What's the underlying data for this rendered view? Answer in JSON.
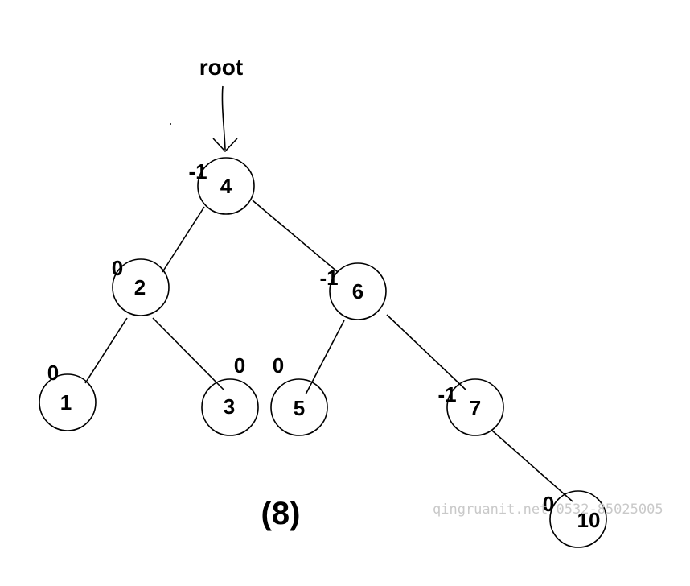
{
  "root_pointer": {
    "label": "root",
    "target": "4"
  },
  "caption": "(8)",
  "watermark": "qingruanit.net 0532-85025005",
  "nodes": [
    {
      "id": "4",
      "label": "4",
      "balance": "-1"
    },
    {
      "id": "2",
      "label": "2",
      "balance": "0"
    },
    {
      "id": "6",
      "label": "6",
      "balance": "-1"
    },
    {
      "id": "1",
      "label": "1",
      "balance": "0"
    },
    {
      "id": "3",
      "label": "3",
      "balance": "0"
    },
    {
      "id": "5",
      "label": "5",
      "balance": "0"
    },
    {
      "id": "7",
      "label": "7",
      "balance": "-1"
    },
    {
      "id": "10",
      "label": "10",
      "balance": "0"
    }
  ],
  "edges": [
    {
      "from": "4",
      "to": "2"
    },
    {
      "from": "4",
      "to": "6"
    },
    {
      "from": "2",
      "to": "1"
    },
    {
      "from": "2",
      "to": "3"
    },
    {
      "from": "6",
      "to": "5"
    },
    {
      "from": "6",
      "to": "7"
    },
    {
      "from": "7",
      "to": "10"
    }
  ]
}
